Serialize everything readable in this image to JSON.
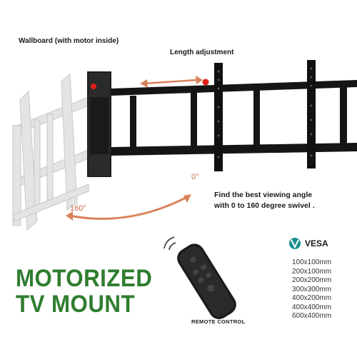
{
  "labels": {
    "wallboard": "Wallboard (with motor inside)",
    "length_adjustment": "Length adjustment",
    "angle_zero": "0°",
    "angle_max": "160°",
    "description_line1": "Find the best viewing angle",
    "description_line2": "with 0 to 160 degree swivel .",
    "remote_control": "REMOTE CONTROL"
  },
  "title": {
    "line1": "MOTORIZED",
    "line2": "TV MOUNT"
  },
  "vesa": {
    "heading": "VESA",
    "sizes": [
      "100x100mm",
      "200x100mm",
      "200x200mm",
      "300x300mm",
      "400x200mm",
      "400x400mm",
      "600x400mm"
    ]
  },
  "colors": {
    "title_green": "#2f7d2f",
    "arrow_orange": "#d9825a",
    "indicator_red": "#e0201a",
    "vesa_teal": "#1a8f8f"
  },
  "icons": [
    "vesa-logo-icon",
    "signal-waves-icon",
    "remote-control-icon"
  ]
}
